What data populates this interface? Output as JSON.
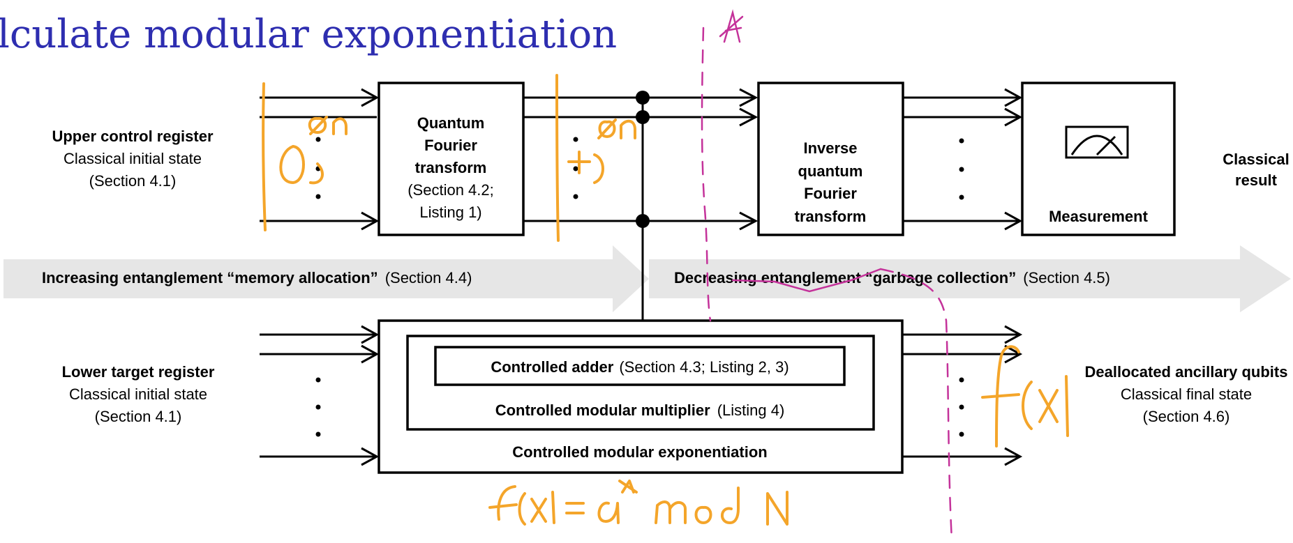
{
  "slide": {
    "title": "lculate modular exponentiation"
  },
  "upper_register": {
    "name": "Upper control register",
    "state": "Classical initial state",
    "section": "(Section 4.1)"
  },
  "qft": {
    "line1": "Quantum",
    "line2": "Fourier",
    "line3": "transform",
    "line4": "(Section 4.2;",
    "line5": "Listing 1)"
  },
  "iqft": {
    "line1": "Inverse",
    "line2": "quantum",
    "line3": "Fourier",
    "line4": "transform"
  },
  "measurement": {
    "label": "Measurement"
  },
  "classical_result": {
    "line1": "Classical",
    "line2": "result"
  },
  "arrow_left": {
    "bold": "Increasing entanglement “memory allocation”",
    "section": "(Section 4.4)"
  },
  "arrow_right": {
    "bold": "Decreasing entanglement “garbage collection”",
    "section": "(Section 4.5)"
  },
  "lower_register": {
    "name": "Lower target register",
    "state": "Classical initial state",
    "section": "(Section 4.1)"
  },
  "adder": {
    "bold": "Controlled adder",
    "section": "(Section 4.3; Listing 2, 3)"
  },
  "multiplier": {
    "bold": "Controlled modular multiplier",
    "section": "(Listing 4)"
  },
  "exponentiation": {
    "label": "Controlled modular exponentiation"
  },
  "deallocated": {
    "name": "Deallocated ancillary qubits",
    "state": "Classical final state",
    "section": "(Section 4.6)"
  },
  "handwriting": {
    "ket_zero": "|0⟩⊗n",
    "ket_plus": "|+⟩⊗n",
    "A": "A",
    "fx": "f(x)",
    "formula": "f(x) = a^x mod N"
  },
  "colors": {
    "title": "#2e2eb0",
    "handwriting": "#f4a52a",
    "pen": "#c4329a",
    "arrow": "#e6e6e6"
  }
}
